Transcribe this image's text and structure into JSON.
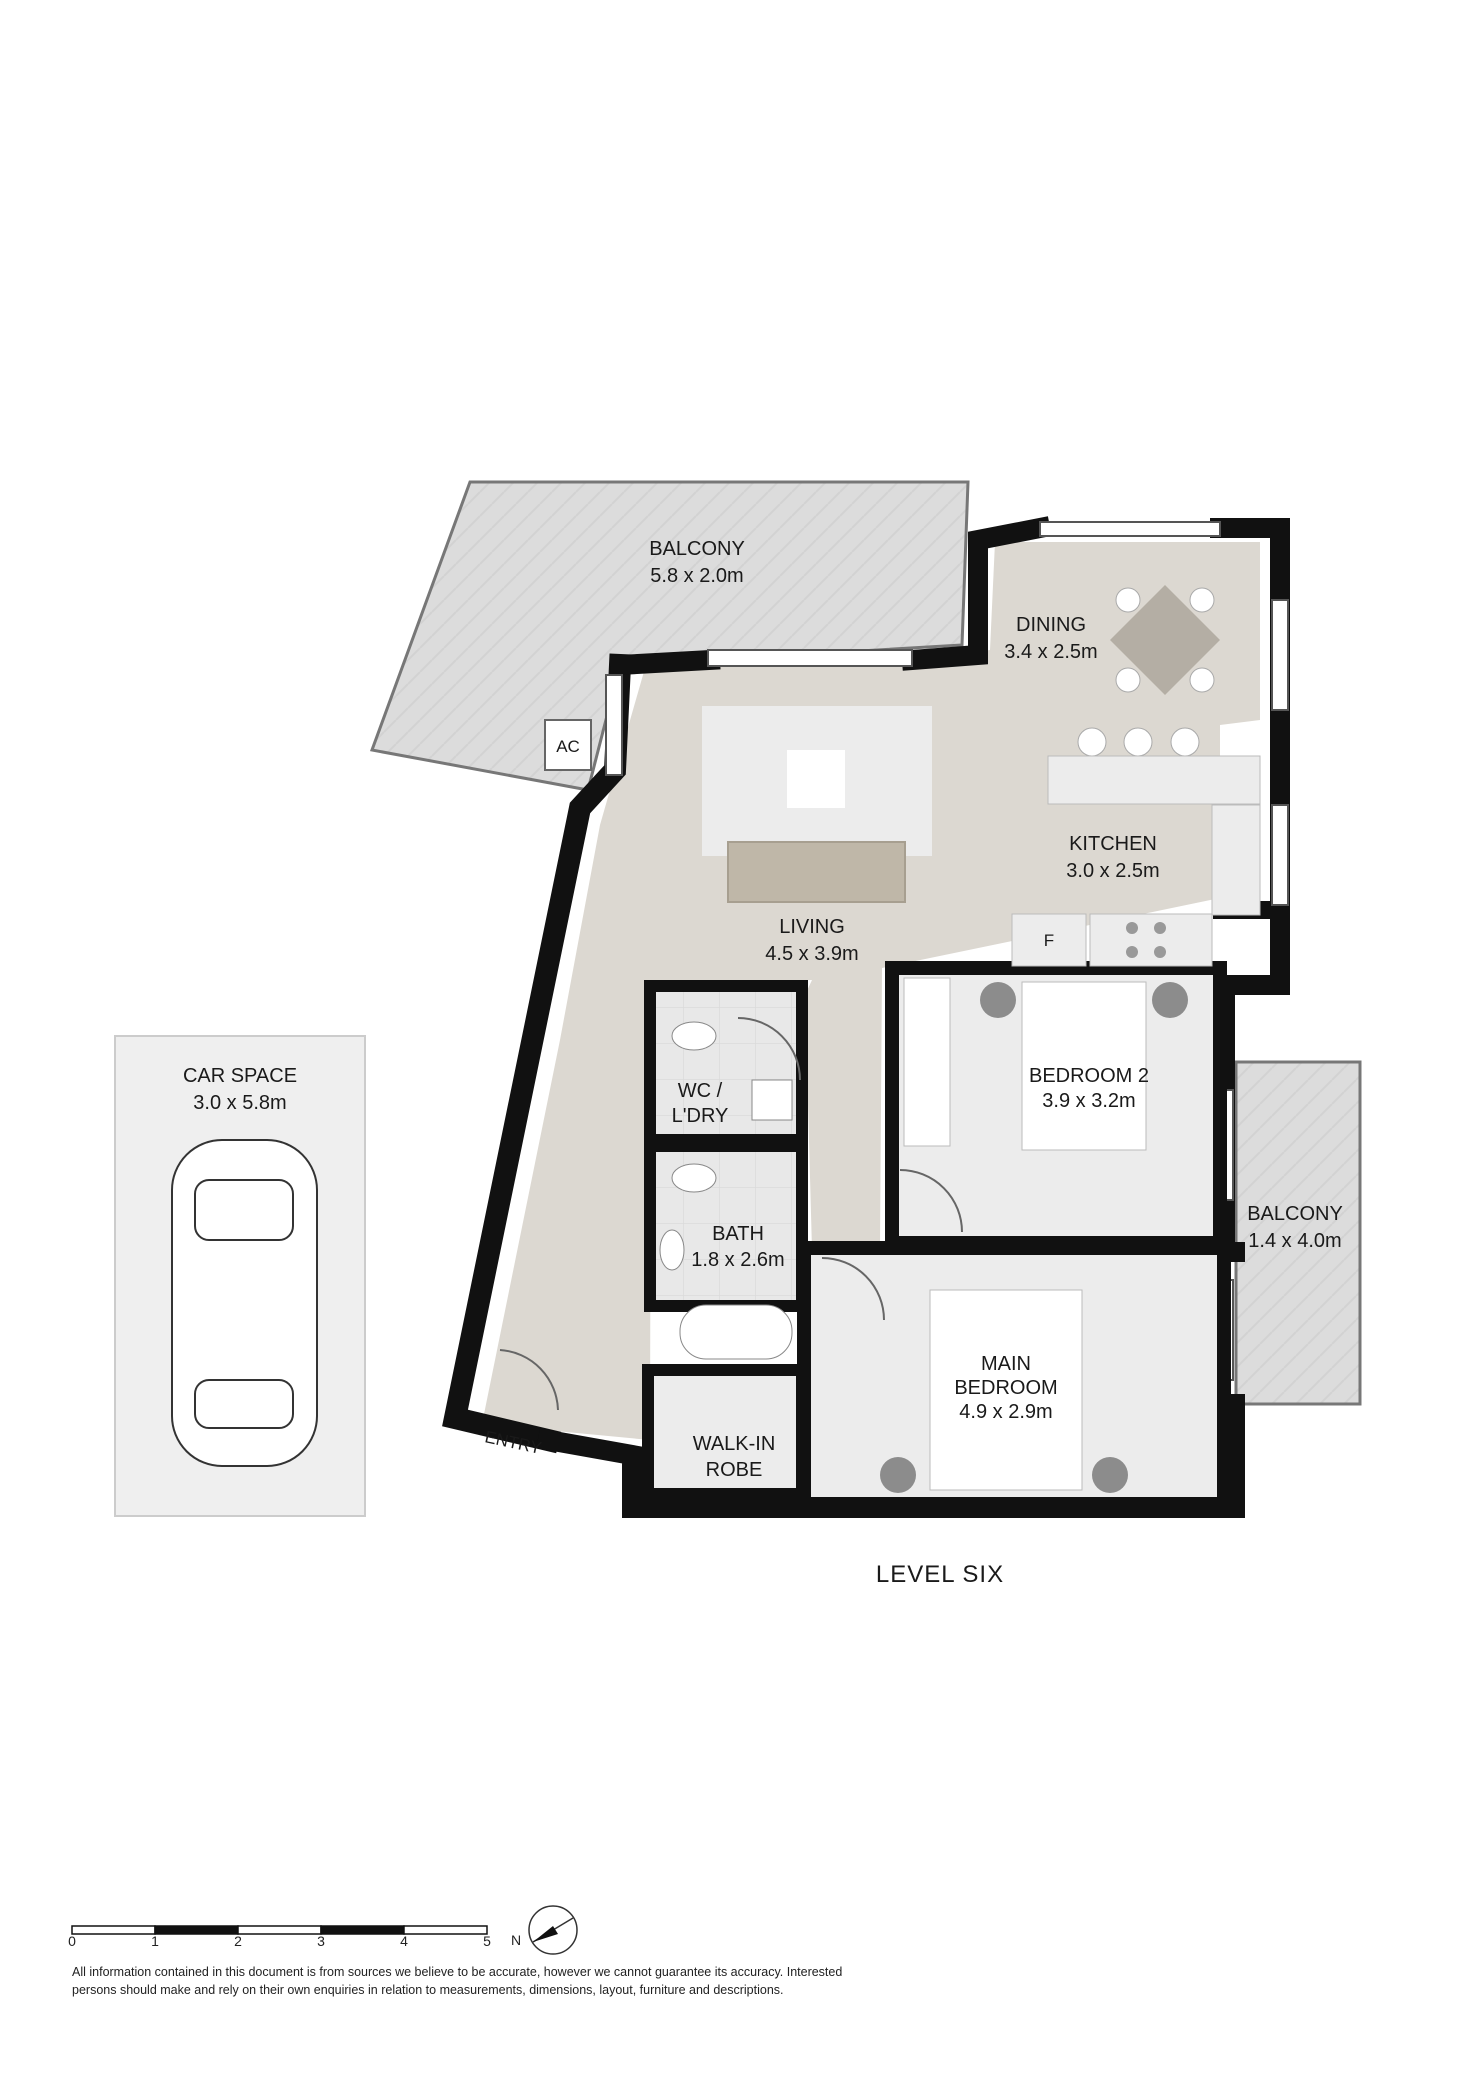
{
  "rooms": {
    "balcony_main": {
      "name": "BALCONY",
      "size": "5.8 x 2.0m"
    },
    "dining": {
      "name": "DINING",
      "size": "3.4 x 2.5m"
    },
    "kitchen": {
      "name": "KITCHEN",
      "size": "3.0 x 2.5m"
    },
    "living": {
      "name": "LIVING",
      "size": "4.5 x 3.9m"
    },
    "bedroom2": {
      "name": "BEDROOM 2",
      "size": "3.9 x 3.2m"
    },
    "wc": {
      "line1": "WC /",
      "line2": "L'DRY"
    },
    "bath": {
      "name": "BATH",
      "size": "1.8 x 2.6m"
    },
    "balcony_side": {
      "name": "BALCONY",
      "size": "1.4 x 4.0m"
    },
    "main_bedroom": {
      "line1": "MAIN",
      "line2": "BEDROOM",
      "size": "4.9 x 2.9m"
    },
    "walk_in_robe": {
      "line1": "WALK-IN",
      "line2": "ROBE"
    },
    "car_space": {
      "name": "CAR SPACE",
      "size": "3.0 x 5.8m"
    }
  },
  "fixtures": {
    "ac": "AC",
    "fridge": "F"
  },
  "entry_label": "ENTRY",
  "level_label": "LEVEL SIX",
  "scale_bar": {
    "ticks": [
      "0",
      "1",
      "2",
      "3",
      "4",
      "5"
    ]
  },
  "compass_label": "N",
  "disclaimer": {
    "line1": "All information contained in this document is from sources we believe to be accurate, however we cannot guarantee its accuracy. Interested",
    "line2": "persons should make and rely on their own enquiries in relation to measurements, dimensions, layout, furniture and descriptions."
  },
  "colors": {
    "wall": "#111111",
    "living_floor": "#dcd8d1",
    "tile": "#e6e6e6",
    "balcony": "#dcdcdc",
    "room_floor": "#ececec"
  }
}
